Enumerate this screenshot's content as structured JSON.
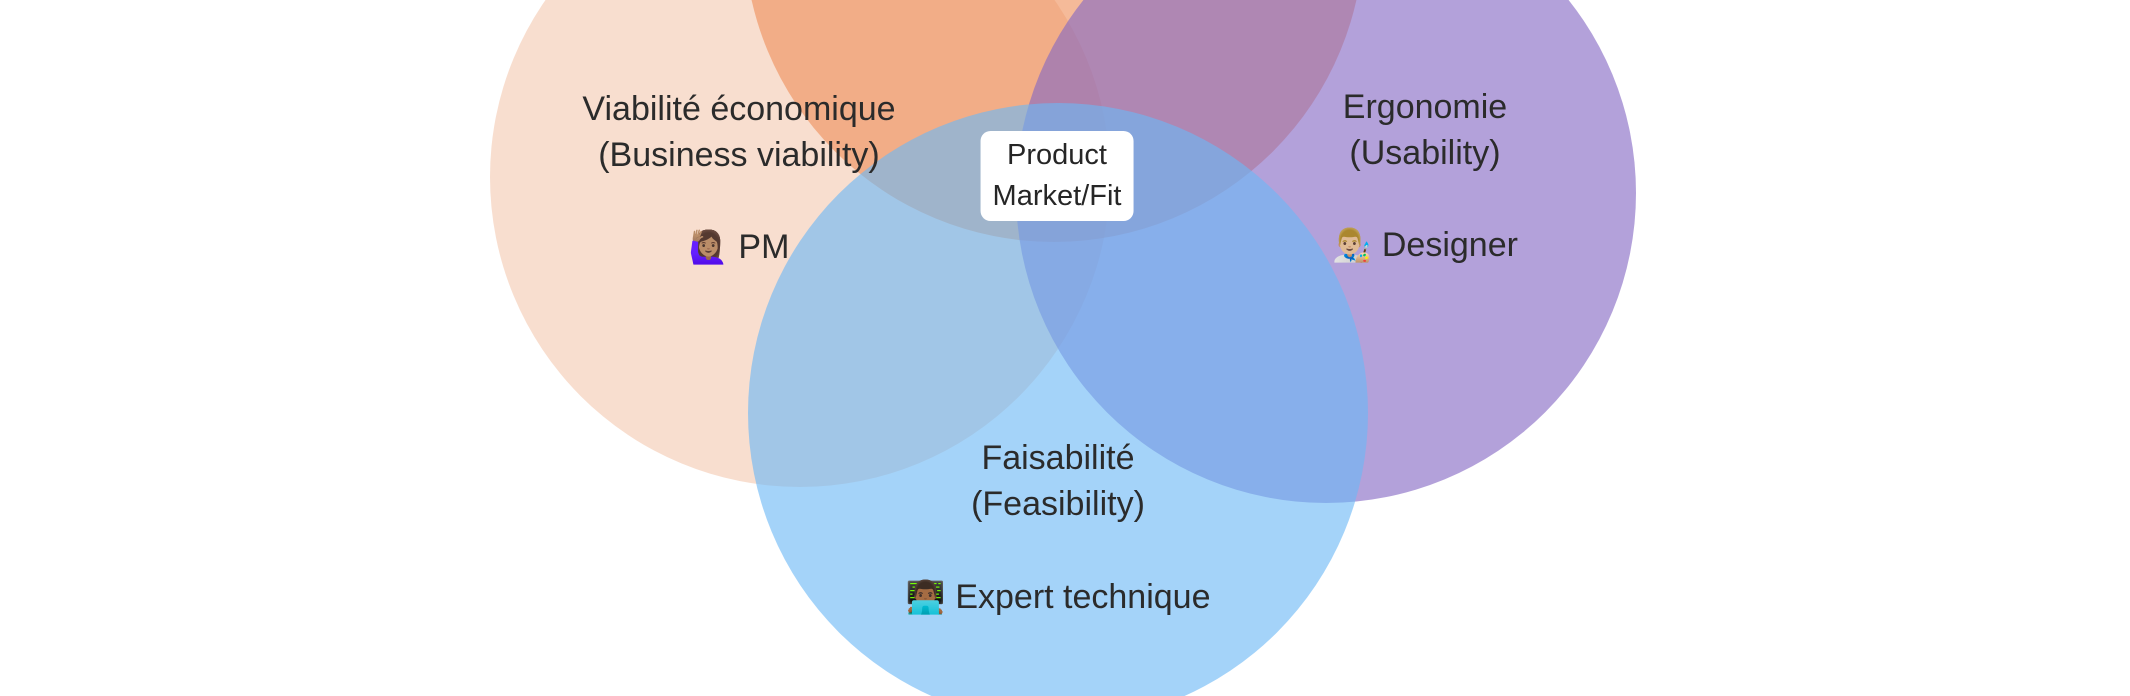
{
  "circles": [
    {
      "id": "business",
      "color": "#efb08d",
      "opacity": 0.42
    },
    {
      "id": "top",
      "color": "#ef8f5b",
      "opacity": 0.62
    },
    {
      "id": "usability",
      "color": "#8468c4",
      "opacity": 0.62
    },
    {
      "id": "feasibility",
      "color": "#6cb8f5",
      "opacity": 0.62
    }
  ],
  "labels": {
    "business": {
      "line1": "Viabilité économique",
      "line2": "(Business viability)"
    },
    "usability": {
      "line1": "Ergonomie",
      "line2": "(Usability)"
    },
    "feasibility": {
      "line1": "Faisabilité",
      "line2": "(Feasibility)"
    },
    "center": {
      "line1": "Product",
      "line2": "Market/Fit"
    }
  },
  "roles": {
    "pm": {
      "icon": "🙋🏽‍♀️",
      "icon_name": "raising-hand-woman-icon",
      "label": "PM"
    },
    "designer": {
      "icon": "👨🏼‍🎨",
      "icon_name": "artist-icon",
      "label": "Designer"
    },
    "tech": {
      "icon": "👨🏾‍💻",
      "icon_name": "technologist-icon",
      "label": "Expert technique"
    }
  }
}
